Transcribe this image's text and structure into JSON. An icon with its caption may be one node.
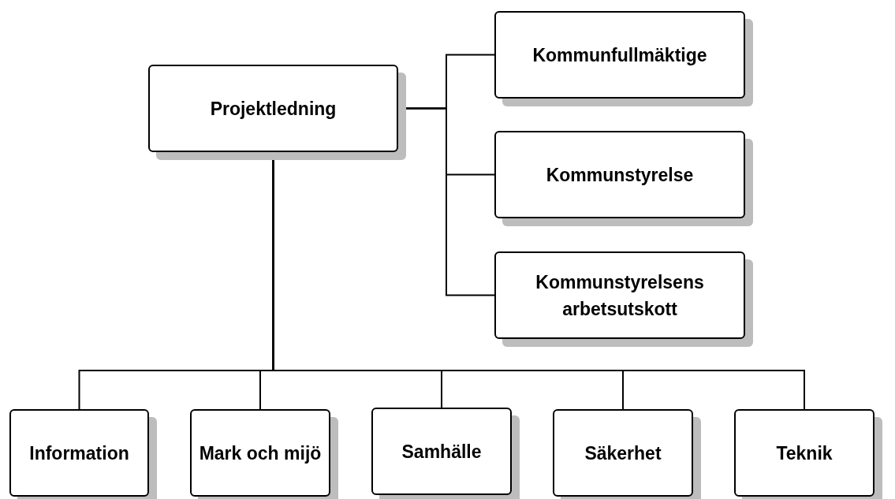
{
  "diagram": {
    "nodes": [
      {
        "text": [
          "Projektledning"
        ]
      },
      {
        "text": [
          "Kommunfullmäktige"
        ]
      },
      {
        "text": [
          "Kommunstyrelse"
        ]
      },
      {
        "text": [
          "Kommunstyrelsens arbetsutskott"
        ]
      },
      {
        "text": [
          "Information"
        ]
      },
      {
        "text": [
          "Mark och mijö"
        ]
      },
      {
        "text": [
          "Samhälle"
        ]
      },
      {
        "text": [
          "Säkerhet"
        ]
      },
      {
        "text": [
          "Teknik"
        ]
      }
    ],
    "edges": [
      {
        "from": 0,
        "to": 1,
        "arrow": "none"
      },
      {
        "from": 0,
        "to": 2,
        "arrow": "none"
      },
      {
        "from": 0,
        "to": 3,
        "arrow": "none"
      },
      {
        "from": 0,
        "to": 4,
        "arrow": "none"
      },
      {
        "from": 0,
        "to": 5,
        "arrow": "none"
      },
      {
        "from": 0,
        "to": 6,
        "arrow": "none"
      },
      {
        "from": 0,
        "to": 7,
        "arrow": "none"
      },
      {
        "from": 0,
        "to": 8,
        "arrow": "none"
      }
    ]
  }
}
